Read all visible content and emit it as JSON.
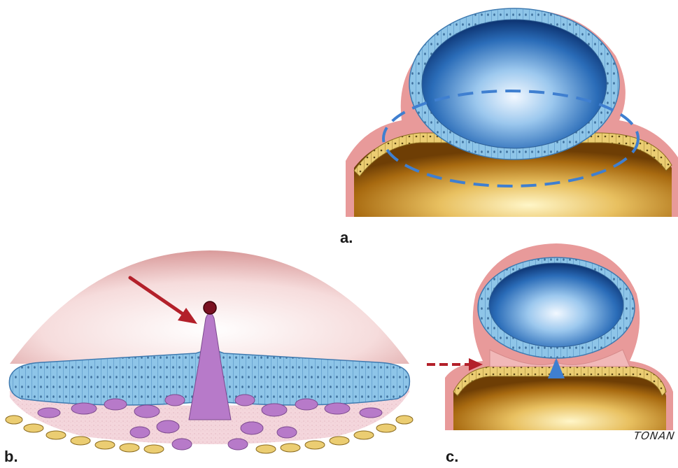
{
  "panels": {
    "a": {
      "label": "a."
    },
    "b": {
      "label": "b."
    },
    "c": {
      "label": "c."
    }
  },
  "signature": "TONAN",
  "colors": {
    "ectoderm_pink": "#e89a9a",
    "amnion_cells": "#8ec5e8",
    "amniotic_cavity": "#1d5ea8",
    "endoderm_yellow": "#e6c463",
    "yolk_sac_gold": "#c98a1a",
    "mesoderm_purple": "#b77ac9",
    "arrow_red": "#b3202a",
    "dashed_blue": "#3f7fd0"
  }
}
